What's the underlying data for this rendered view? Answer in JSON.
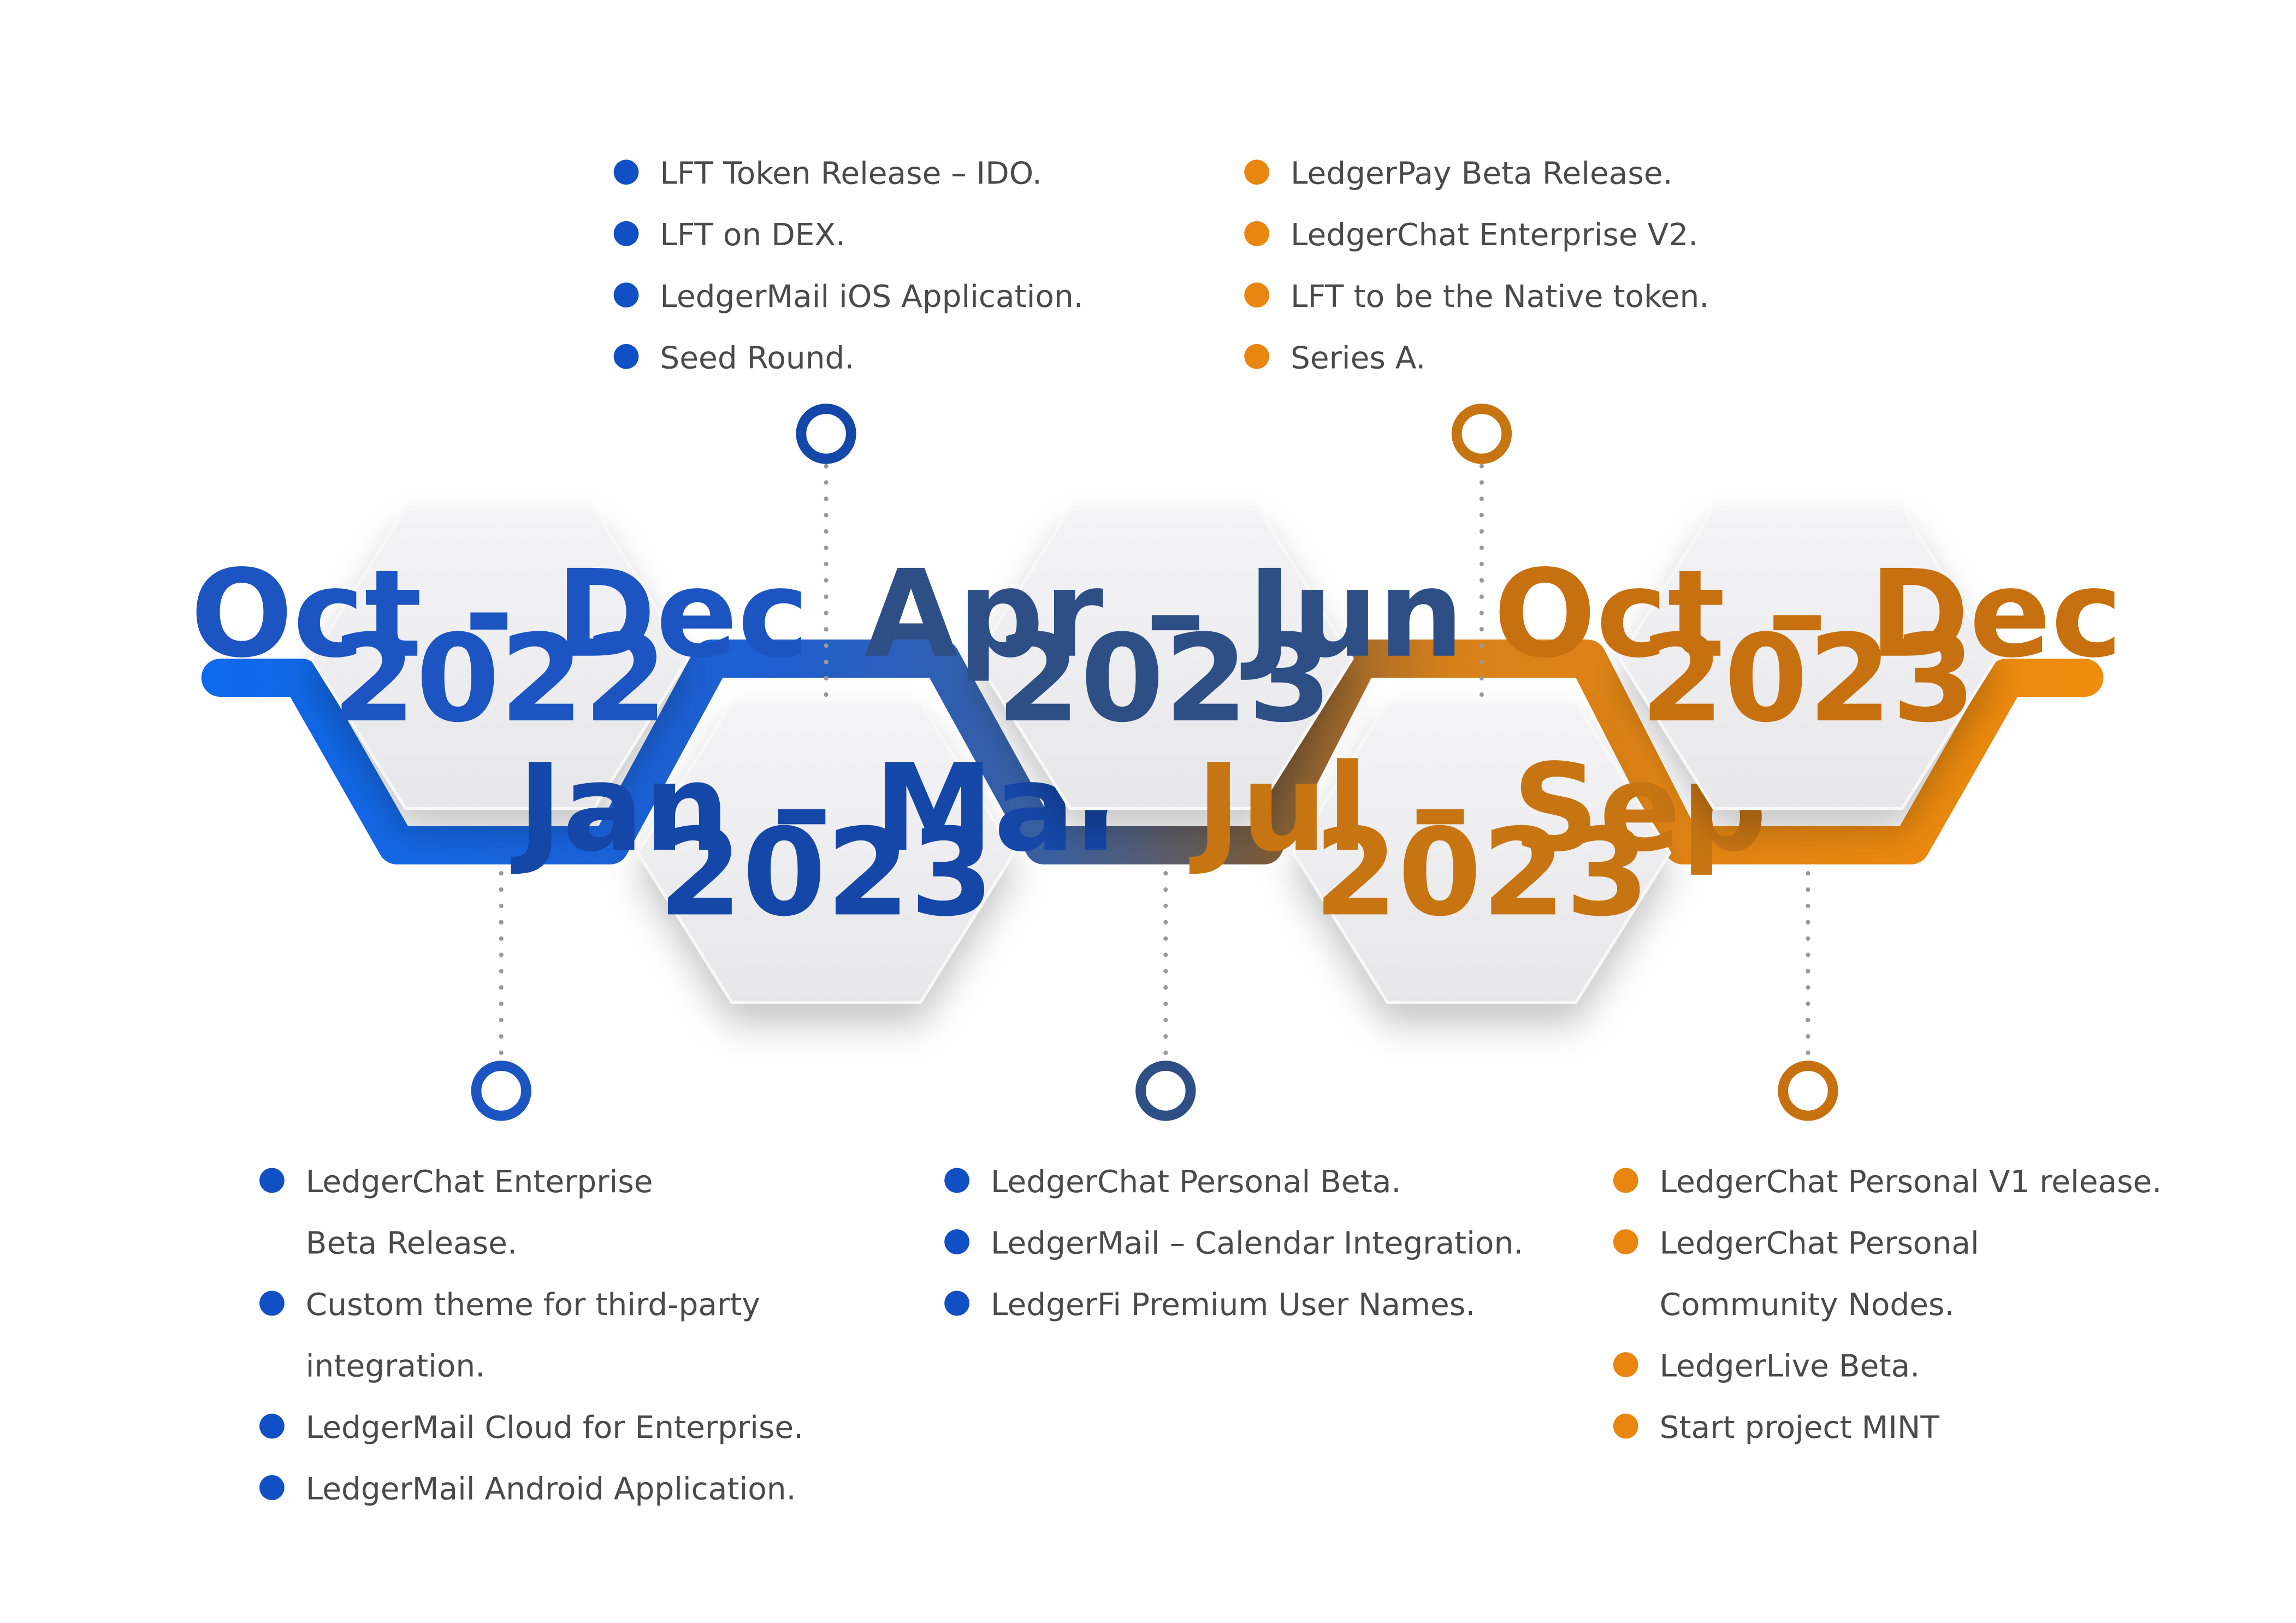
{
  "colors": {
    "blue": "#1c5fd4",
    "navy": "#0b3a8c",
    "orange": "#e8860f",
    "brown": "#9a5a14",
    "text": "#454545",
    "hexagon": "#ececee"
  },
  "phases": [
    {
      "period": "Oct - Dec",
      "year": "2022",
      "color": "#1c54c2",
      "list_side": "bottom",
      "items": [
        {
          "lines": [
            "LedgerChat Enterprise",
            "Beta Release."
          ]
        },
        {
          "lines": [
            "Custom theme for third-party",
            "integration."
          ]
        },
        {
          "lines": [
            "LedgerMail Cloud for Enterprise."
          ]
        },
        {
          "lines": [
            "LedgerMail Android Application."
          ]
        }
      ]
    },
    {
      "period": "Jan – Mar",
      "year": "2023",
      "color": "#1547a8",
      "list_side": "top",
      "items": [
        {
          "lines": [
            "LFT Token Release – IDO."
          ]
        },
        {
          "lines": [
            "LFT on DEX."
          ]
        },
        {
          "lines": [
            "LedgerMail iOS Application."
          ]
        },
        {
          "lines": [
            "Seed Round."
          ]
        }
      ]
    },
    {
      "period": "Apr – Jun",
      "year": "2023",
      "color": "#2e4f86",
      "list_side": "bottom",
      "items": [
        {
          "lines": [
            "LedgerChat Personal Beta."
          ]
        },
        {
          "lines": [
            "LedgerMail – Calendar Integration."
          ]
        },
        {
          "lines": [
            "LedgerFi Premium User Names."
          ]
        }
      ]
    },
    {
      "period": "Jul – Sep",
      "year": "2023",
      "color": "#c77512",
      "list_side": "top",
      "items": [
        {
          "lines": [
            "LedgerPay Beta Release."
          ]
        },
        {
          "lines": [
            "LedgerChat Enterprise V2."
          ]
        },
        {
          "lines": [
            "LFT to be the Native token."
          ]
        },
        {
          "lines": [
            "Series A."
          ]
        }
      ]
    },
    {
      "period": "Oct – Dec",
      "year": "2023",
      "color": "#c7700f",
      "list_side": "bottom",
      "items": [
        {
          "lines": [
            "LedgerChat Personal V1 release."
          ]
        },
        {
          "lines": [
            "LedgerChat Personal",
            "Community Nodes."
          ]
        },
        {
          "lines": [
            "LedgerLive Beta."
          ]
        },
        {
          "lines": [
            "Start project MINT"
          ]
        }
      ]
    }
  ]
}
